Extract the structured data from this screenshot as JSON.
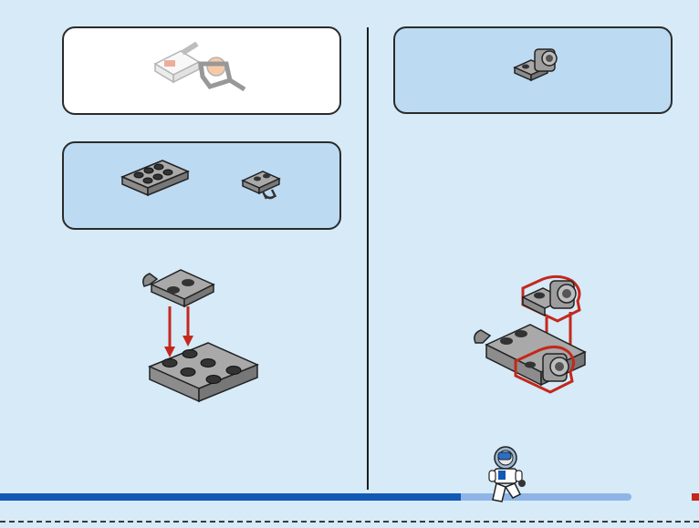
{
  "layout": {
    "panels": [
      {
        "id": "inventory",
        "role": "inventory-callout",
        "color": "#ffffff"
      },
      {
        "id": "parts-left",
        "role": "parts-callout",
        "color": "#bcdaf2"
      },
      {
        "id": "parts-right",
        "role": "parts-callout",
        "color": "#bcdaf2"
      }
    ],
    "background_color": "#d6eaf8",
    "accent_red": "#c4281c",
    "progress": {
      "fraction": 0.73,
      "fill_color": "#1259b5",
      "track_color": "#8fb5e6"
    }
  },
  "icons": {
    "inventory": "sub-assembly-faded",
    "left_parts": [
      "plate-2x4-icon",
      "plate-with-clip-icon"
    ],
    "right_parts": [
      "round-brick-plate-icon"
    ],
    "left_step": "attach-clip-plate-step",
    "right_step": "attach-round-brick-step",
    "figure": "astronaut-minifigure-icon"
  }
}
